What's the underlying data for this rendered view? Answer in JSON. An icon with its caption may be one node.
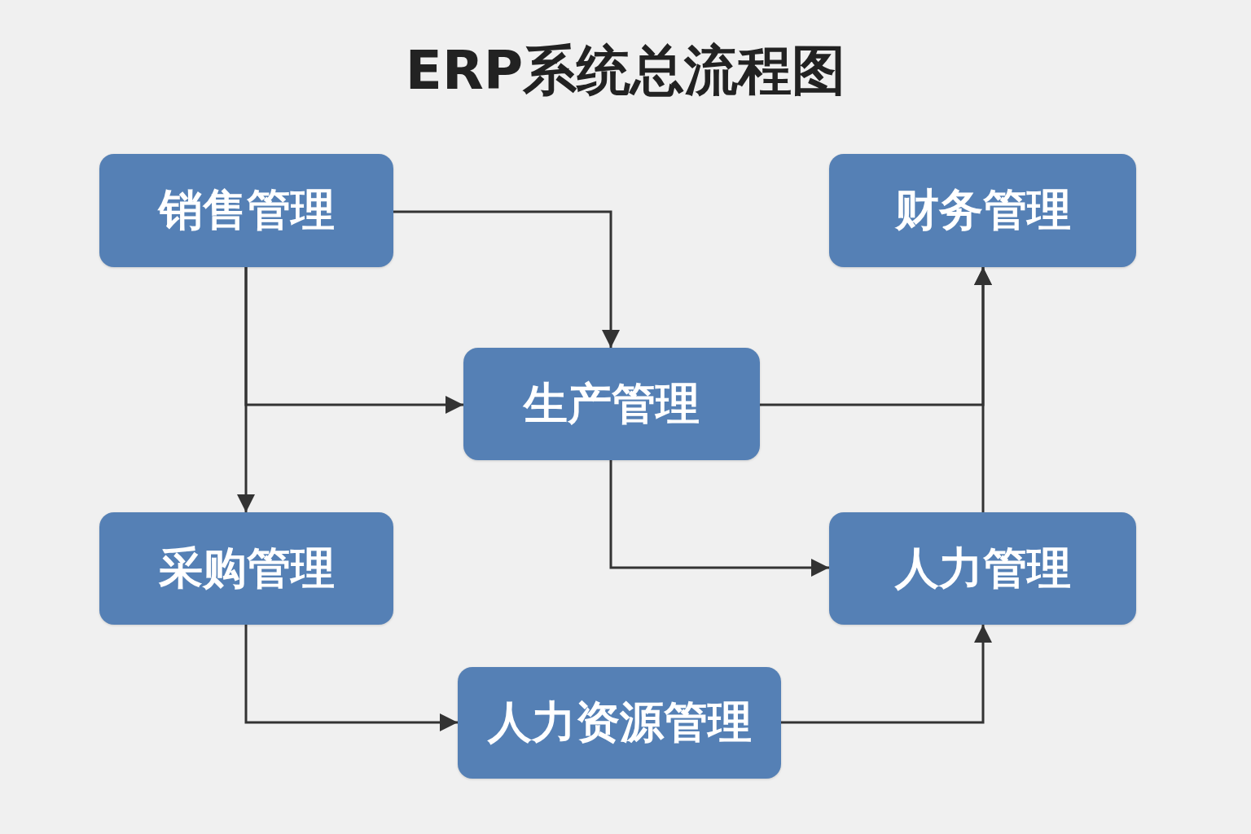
{
  "diagram": {
    "title": "ERP系统总流程图",
    "nodes": [
      {
        "text": [
          "销售管理"
        ]
      },
      {
        "text": [
          "财务管理"
        ]
      },
      {
        "text": [
          "生产管理"
        ]
      },
      {
        "text": [
          "采购管理"
        ]
      },
      {
        "text": [
          "人力管理"
        ]
      },
      {
        "text": [
          "人力资源管理"
        ]
      }
    ],
    "edges": [
      {
        "from": 0,
        "to": 2,
        "arrow": "to"
      },
      {
        "from": 0,
        "to": 2,
        "arrow": "to"
      },
      {
        "from": 0,
        "to": 3,
        "arrow": "to"
      },
      {
        "from": 2,
        "to": 1,
        "arrow": "to"
      },
      {
        "from": 4,
        "to": 1,
        "arrow": "to"
      },
      {
        "from": 2,
        "to": 4,
        "arrow": "to"
      },
      {
        "from": 3,
        "to": 5,
        "arrow": "to"
      },
      {
        "from": 5,
        "to": 4,
        "arrow": "to"
      }
    ]
  }
}
